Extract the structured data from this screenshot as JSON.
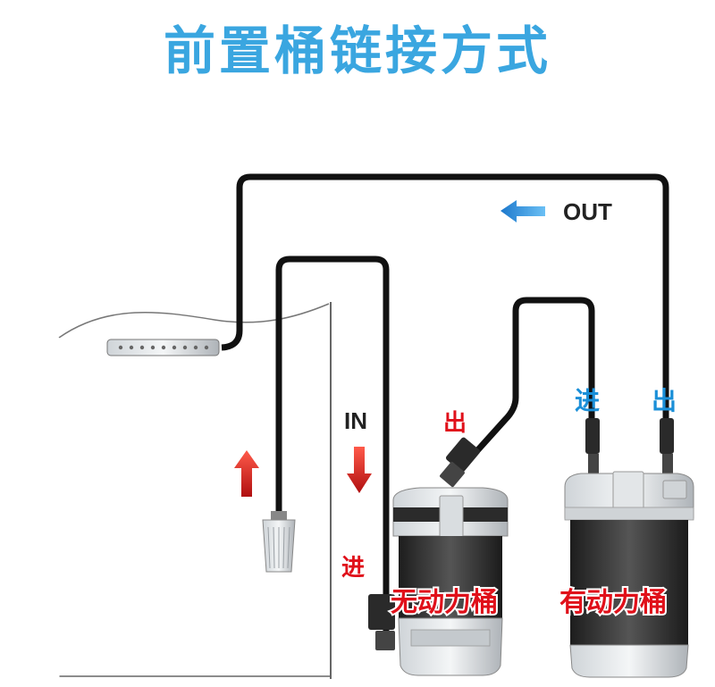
{
  "title": "前置桶链接方式",
  "labels": {
    "out": "OUT",
    "in": "IN",
    "prefilter_out": "出",
    "prefilter_in": "进",
    "canister_in": "进",
    "canister_out": "出",
    "prefilter_name": "无动力桶",
    "canister_name": "有动力桶"
  },
  "colors": {
    "title": "#3aa6e0",
    "red_label": "#e0101a",
    "blue_label": "#1a8fd8",
    "tube": "#111111",
    "arrow_blue": "#1e88d8",
    "arrow_red": "#d21a1a"
  }
}
